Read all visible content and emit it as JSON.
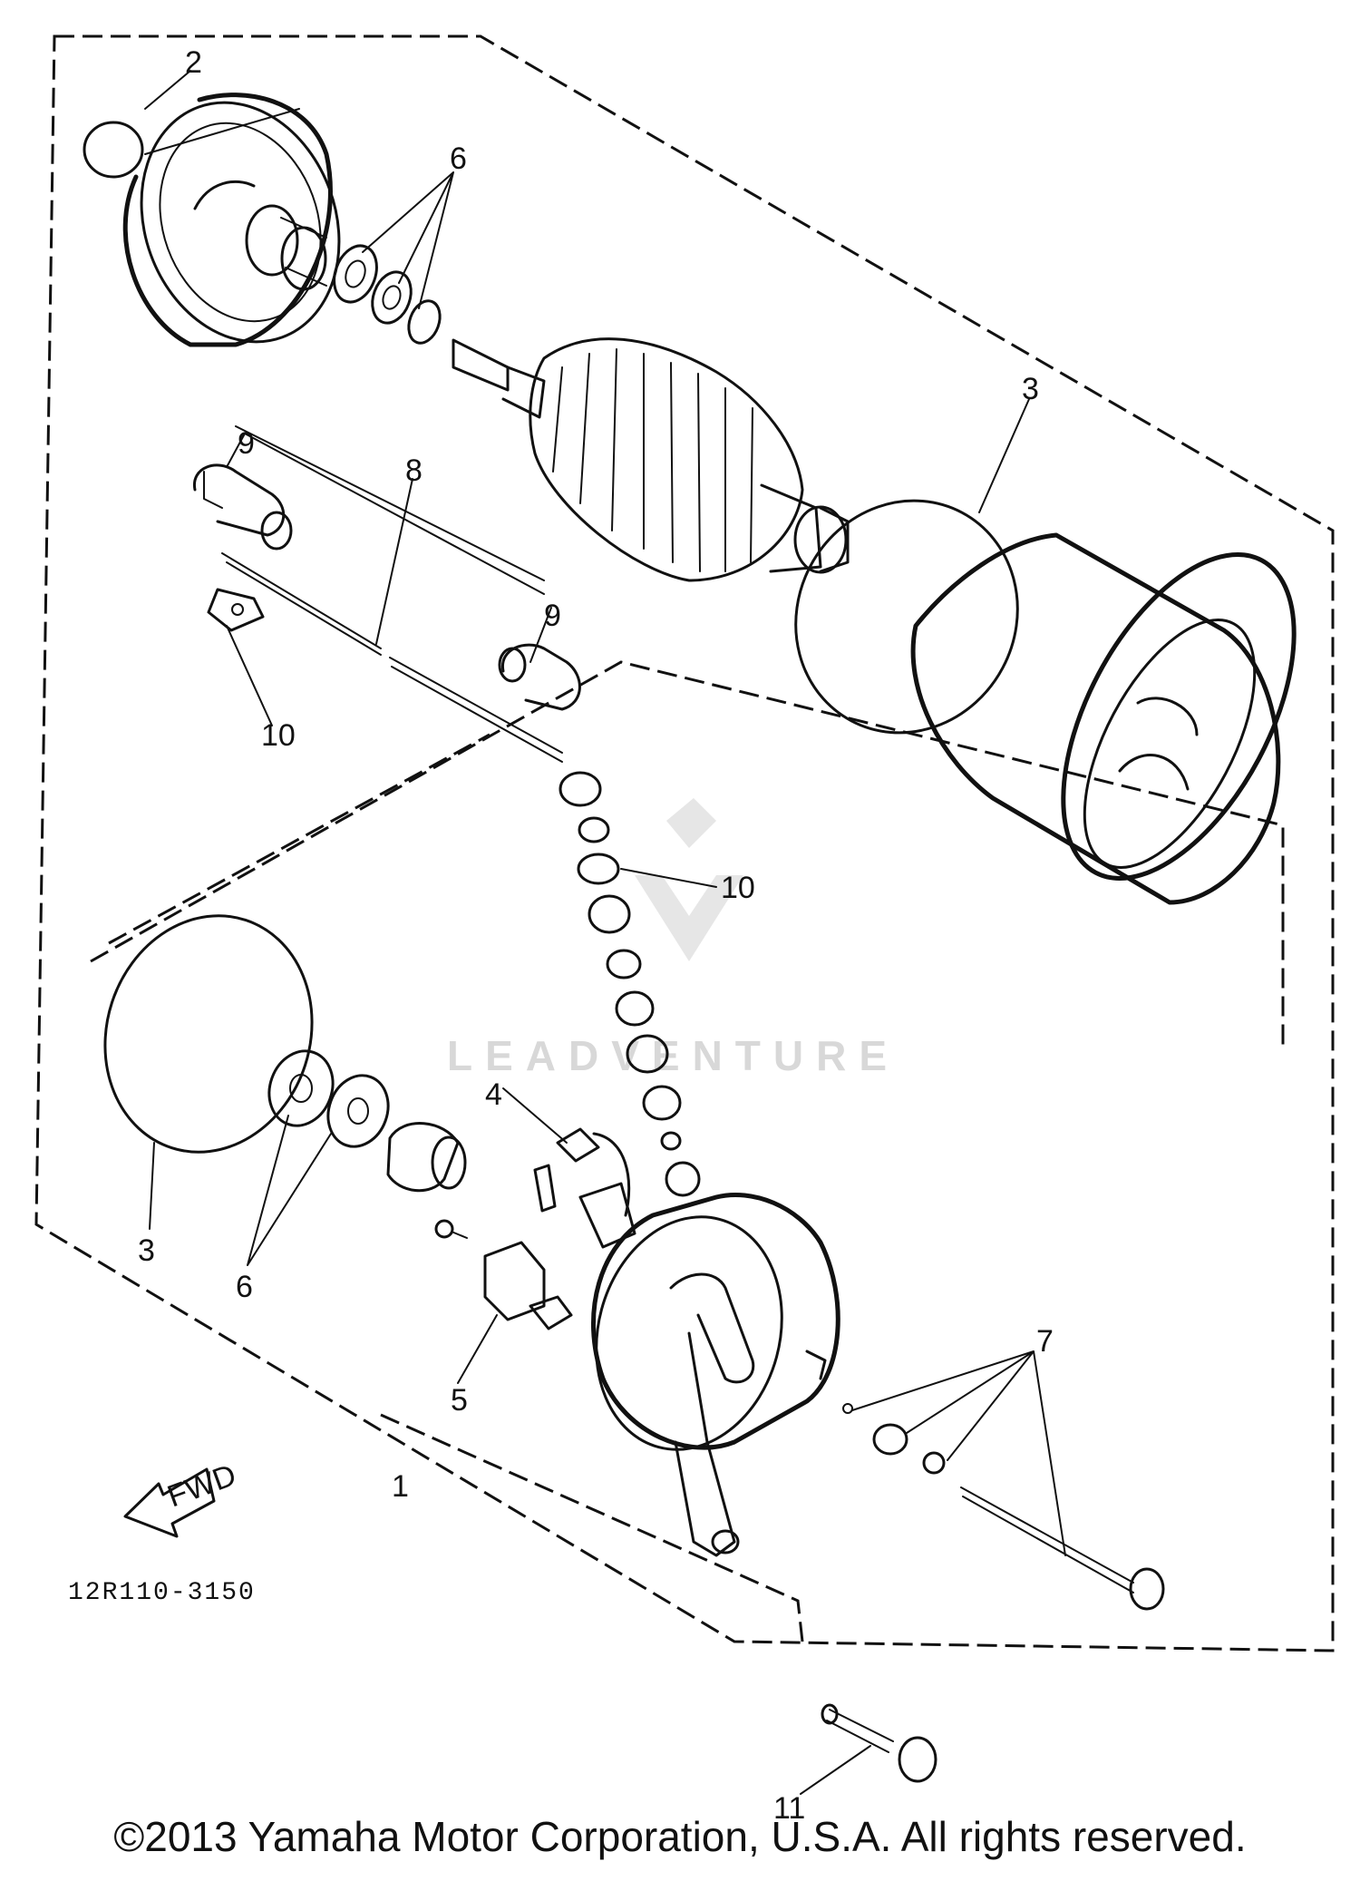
{
  "diagram": {
    "callouts": {
      "c2": "2",
      "c6_top": "6",
      "c3_top": "3",
      "c9_left": "9",
      "c8": "8",
      "c9_right": "9",
      "c10_left": "10",
      "c10_right": "10",
      "c4": "4",
      "c3_bottom": "3",
      "c6_bottom": "6",
      "c5": "5",
      "c7": "7",
      "c1": "1",
      "c11": "11"
    },
    "part_code": "12R110-3150",
    "fwd_label": "FWD",
    "watermark": "LEADVENTURE"
  },
  "footer": {
    "copyright": "©2013 Yamaha Motor Corporation, U.S.A. All rights reserved."
  }
}
